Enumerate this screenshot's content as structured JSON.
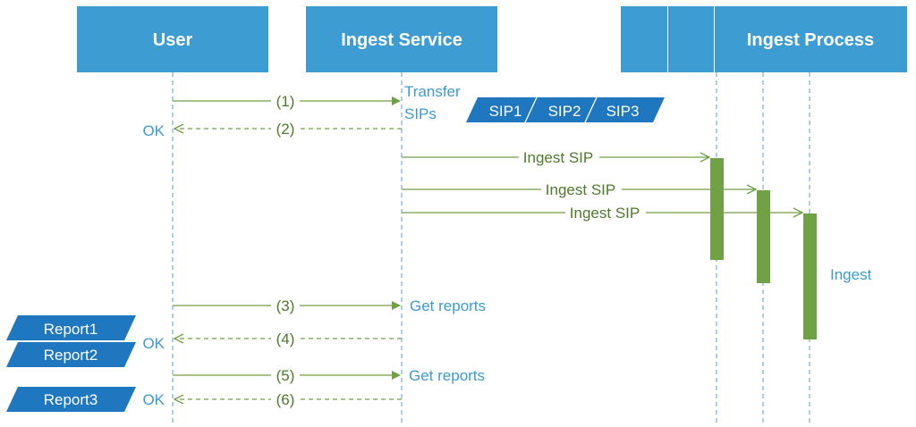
{
  "colors": {
    "header_fill": "#3D9CD2",
    "header_text": "#FFFFFF",
    "lifeline": "#7FB3D9",
    "arrow_green": "#70A144",
    "activation_green": "#70A144",
    "note_blue": "#3C9BCF",
    "label_green": "#4E7A2A",
    "tag_fill": "#1F78BF",
    "tag_text": "#FFFFFF"
  },
  "participants": {
    "user": "User",
    "ingest_service": "Ingest Service",
    "ingest_process": "Ingest Process"
  },
  "messages": {
    "m1": "(1)",
    "m2": "(2)",
    "m3": "(3)",
    "m4": "(4)",
    "m5": "(5)",
    "m6": "(6)",
    "ingest_sip": "Ingest SIP"
  },
  "notes": {
    "transfer": "Transfer",
    "sips": "SIPs",
    "ok": "OK",
    "get_reports": "Get reports",
    "ingest": "Ingest"
  },
  "sip_tags": [
    "SIP1",
    "SIP2",
    "SIP3"
  ],
  "report_tags": [
    "Report1",
    "Report2",
    "Report3"
  ]
}
